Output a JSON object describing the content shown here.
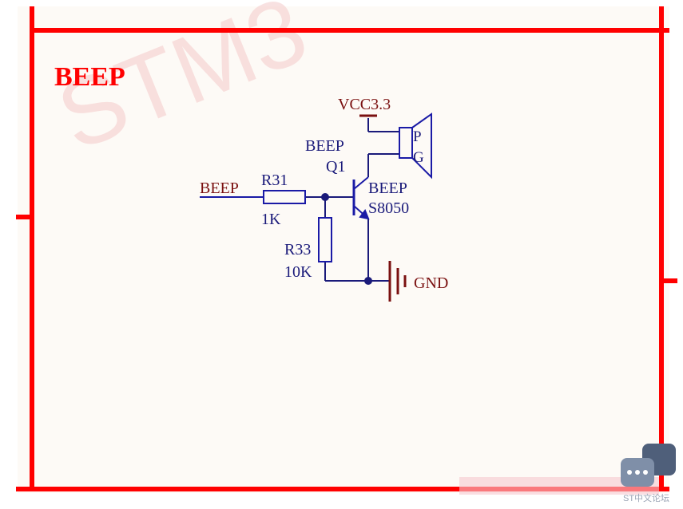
{
  "sheet": {
    "title": "BEEP",
    "watermark": "STM3"
  },
  "components": {
    "r31": {
      "ref": "R31",
      "value": "1K"
    },
    "r33": {
      "ref": "R33",
      "value": "10K"
    },
    "q1": {
      "net_label": "BEEP",
      "ref": "Q1",
      "net_label_2": "BEEP",
      "part": "S8050"
    },
    "speaker": {
      "pin_p": "P",
      "pin_g": "G"
    }
  },
  "nets": {
    "input": "BEEP",
    "vcc": "VCC3.3",
    "gnd": "GND"
  },
  "forum_logo": {
    "text": "ST中文论坛"
  },
  "colors": {
    "frame": "#ff0000",
    "component": "#1a1aa6",
    "wire": "#1a1a7a",
    "net_label": "#7a1010",
    "background": "#fdfaf6"
  }
}
